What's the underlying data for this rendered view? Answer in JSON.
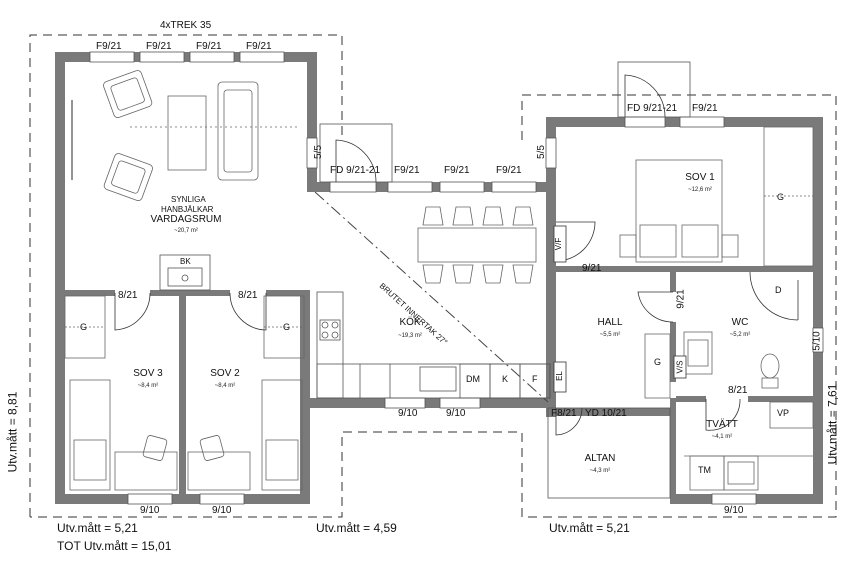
{
  "drawing": {
    "top_dimension": "4xTREK 35",
    "diagonal_note": "BRUTET INNERTAK 27°",
    "beam_note": [
      "SYNLIGA",
      "HANBJÄLKAR"
    ],
    "fireplace_label": "BK"
  },
  "windows": {
    "vardagsrum": [
      "F9/21",
      "F9/21",
      "F9/21",
      "F9/21"
    ],
    "kok_top": [
      "FD 9/21-21",
      "F9/21",
      "F9/21",
      "F9/21"
    ],
    "sov1_top": [
      "FD 9/21-21",
      "F9/21"
    ],
    "kok_bottom": [
      "9/10",
      "9/10"
    ],
    "sov3_bottom": "9/10",
    "sov2_bottom": "9/10",
    "tvatt_bottom": "9/10",
    "side_left_kok": "5/5",
    "side_right_kok": "5/5",
    "wc_side": "5/10"
  },
  "doors": {
    "sov3": "8/21",
    "sov2": "8/21",
    "sov1": "9/21",
    "wc": "9/21",
    "tvatt": "8/21",
    "hall_exit": "F8/21",
    "altan": "YD 10/21"
  },
  "rooms": {
    "vardagsrum": {
      "name": "VARDAGSRUM",
      "area": "~20,7 m²"
    },
    "kok": {
      "name": "KÖK",
      "area": "~19,3 m²"
    },
    "sov1": {
      "name": "SOV 1",
      "area": "~12,6 m²"
    },
    "sov2": {
      "name": "SOV 2",
      "area": "~8,4 m²"
    },
    "sov3": {
      "name": "SOV 3",
      "area": "~8,4 m²"
    },
    "hall": {
      "name": "HALL",
      "area": "~5,5 m²"
    },
    "wc": {
      "name": "WC",
      "area": "~5,2 m²"
    },
    "tvatt": {
      "name": "TVÄTT",
      "area": "~4,1 m²"
    },
    "altan": {
      "name": "ALTAN",
      "area": "~4,3 m²"
    }
  },
  "fixtures": {
    "wardrobe": "G",
    "dishwasher": "DM",
    "fridge": "K",
    "freezer": "F",
    "vp": "VP",
    "tm": "TM",
    "door_d": "D",
    "vf": "V/F",
    "vs": "V/S",
    "el": "EL"
  },
  "dimensions": {
    "left": "Utv.mått = 8,81",
    "right": "Utv.mått = 7,61",
    "bottom_left": "Utv.mått = 5,21",
    "bottom_mid": "Utv.mått = 4,59",
    "bottom_right": "Utv.mått = 5,21",
    "total": "TOT Utv.mått = 15,01"
  }
}
